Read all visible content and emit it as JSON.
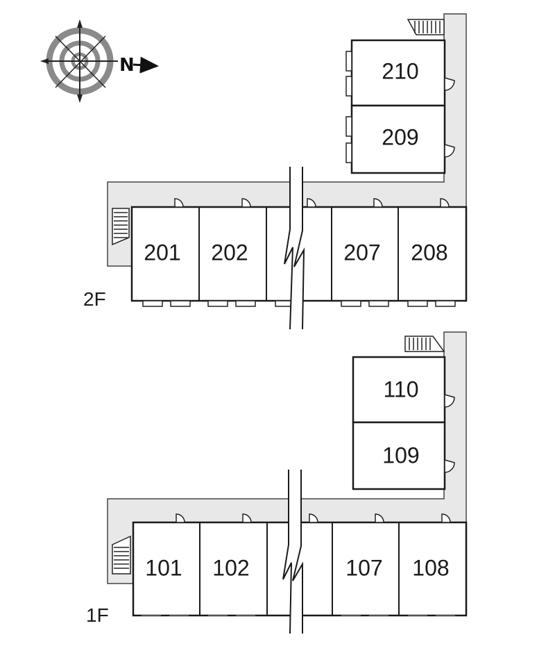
{
  "compass": {
    "north_letter": "N"
  },
  "floors": [
    {
      "label": "2F",
      "rooms": [
        "201",
        "202",
        "207",
        "208"
      ],
      "tower_rooms": [
        "210",
        "209"
      ]
    },
    {
      "label": "1F",
      "rooms": [
        "101",
        "102",
        "107",
        "108"
      ],
      "tower_rooms": [
        "110",
        "109"
      ]
    }
  ],
  "colors": {
    "corridor": "#e8e8e8",
    "outline": "#1a1a1a",
    "compass_ring": "#8a8a8a"
  }
}
